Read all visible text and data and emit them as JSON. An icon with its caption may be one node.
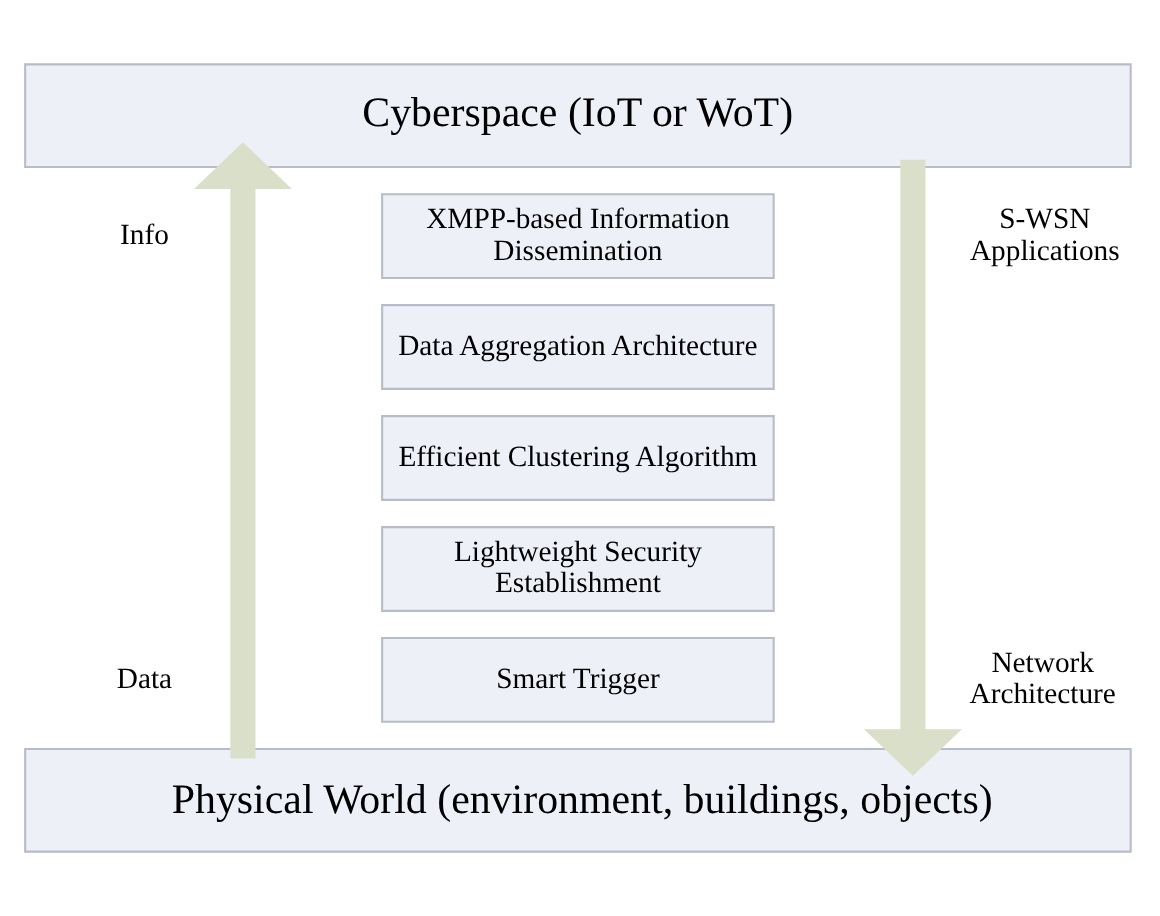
{
  "diagram": {
    "nodes": [
      {
        "text": [
          "Cyberspace (IoT or WoT)"
        ]
      },
      {
        "text": [
          "XMPP-based Information Dissemination"
        ]
      },
      {
        "text": [
          "Data Aggregation Architecture"
        ]
      },
      {
        "text": [
          "Efficient Clustering Algorithm"
        ]
      },
      {
        "text": [
          "Lightweight Security Establishment"
        ]
      },
      {
        "text": [
          "Smart Trigger"
        ]
      },
      {
        "text": [
          "Physical World (environment, buildings, objects)"
        ]
      }
    ],
    "edges": [
      {
        "from": 6,
        "to": 0,
        "arrow": "to",
        "color": "#d9dfc8"
      },
      {
        "from": 0,
        "to": 6,
        "arrow": "to",
        "color": "#d9dfc8"
      }
    ],
    "labels": [
      "Info",
      "S-WSN Applications",
      "Data",
      "Network Architecture"
    ]
  }
}
